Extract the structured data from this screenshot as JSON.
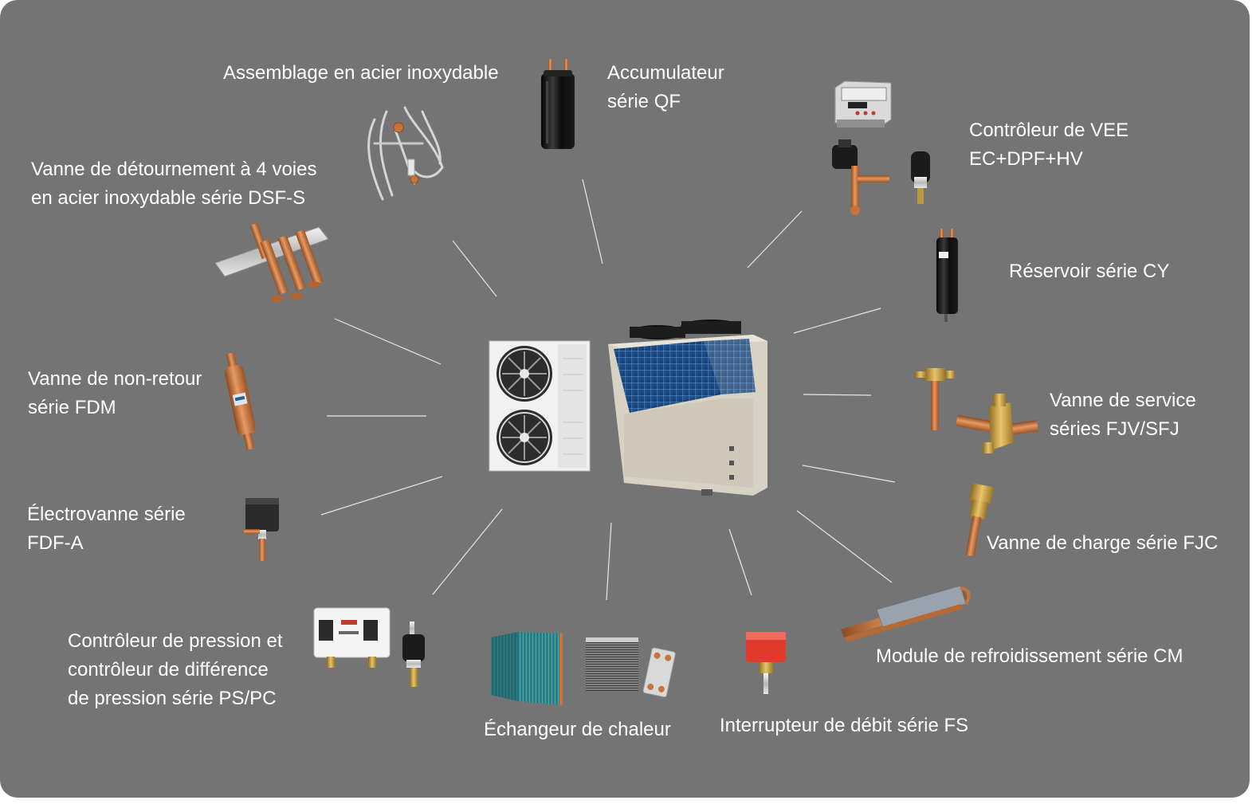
{
  "components": {
    "stainless_assembly": {
      "lines": [
        "Assemblage en acier inoxydable"
      ],
      "icon": "stainless-assembly-icon"
    },
    "accumulator": {
      "lines": [
        "Accumulateur",
        "série QF"
      ],
      "icon": "accumulator-icon"
    },
    "eev_controller": {
      "lines": [
        "Contrôleur de VEE",
        "EC+DPF+HV"
      ],
      "icon": "eev-controller-icon"
    },
    "reversing_valve": {
      "lines": [
        "Vanne de détournement à 4 voies",
        "en acier inoxydable série DSF-S"
      ],
      "icon": "reversing-valve-icon"
    },
    "receiver": {
      "lines": [
        "Réservoir série CY"
      ],
      "icon": "receiver-icon"
    },
    "check_valve": {
      "lines": [
        "Vanne de non-retour",
        "série FDM"
      ],
      "icon": "check-valve-icon"
    },
    "service_valve": {
      "lines": [
        "Vanne de service",
        "séries FJV/SFJ"
      ],
      "icon": "service-valve-icon"
    },
    "solenoid_valve": {
      "lines": [
        "Électrovanne série",
        "FDF-A"
      ],
      "icon": "solenoid-valve-icon"
    },
    "charge_valve": {
      "lines": [
        "Vanne de charge série FJC"
      ],
      "icon": "charge-valve-icon"
    },
    "pressure_controller": {
      "lines": [
        "Contrôleur de pression et",
        "contrôleur de différence",
        "de pression série PS/PC"
      ],
      "icon": "pressure-controller-icon"
    },
    "cooling_module": {
      "lines": [
        "Module de refroidissement série CM"
      ],
      "icon": "cooling-module-icon"
    },
    "heat_exchanger": {
      "lines": [
        "Échangeur de chaleur"
      ],
      "icon": "heat-exchanger-icon"
    },
    "flow_switch": {
      "lines": [
        "Interrupteur de débit série FS"
      ],
      "icon": "flow-switch-icon"
    }
  },
  "center": {
    "icons": [
      "outdoor-unit-icon",
      "chiller-unit-icon"
    ]
  },
  "colors": {
    "background": "#747474",
    "text": "#ffffff",
    "connector": "#e6e6e6",
    "copper": "#c8733a",
    "brass": "#c9a04a",
    "black": "#161616"
  }
}
